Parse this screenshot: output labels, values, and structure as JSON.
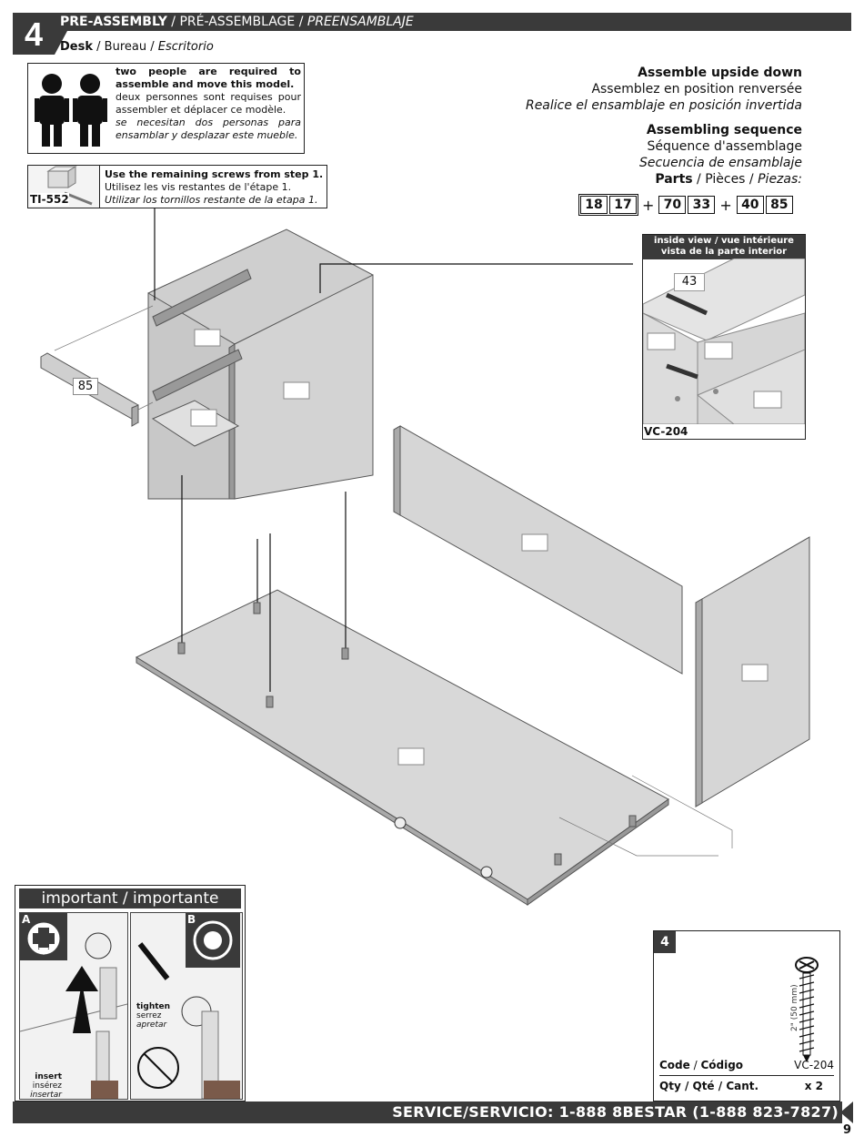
{
  "header": {
    "step": "4",
    "title_en": "PRE-ASSEMBLY",
    "title_fr": "PRÉ-ASSEMBLAGE",
    "title_es": "PREENSAMBLAJE",
    "sep": " / "
  },
  "subtitle": {
    "en": "Desk",
    "fr": "Bureau",
    "es": "Escritorio"
  },
  "people_note": {
    "en": "two people are required to assemble and move this model.",
    "fr": "deux personnes sont requises pour assembler et déplacer ce modèle.",
    "es": "se necesitan dos personas para ensamblar y desplazar este mueble."
  },
  "screws_note": {
    "code": "TI-552",
    "en": "Use the remaining screws from step 1.",
    "fr": "Utilisez les vis restantes de l'étape 1.",
    "es": "Utilizar los tornillos restante de la etapa 1."
  },
  "assemble": {
    "en": "Assemble upside down",
    "fr": "Assemblez en position renversée",
    "es": "Realice el ensamblaje en posición invertida"
  },
  "sequence": {
    "en": "Assembling sequence",
    "fr": "Séquence d'assemblage",
    "es": "Secuencia de ensamblaje"
  },
  "parts_label": {
    "en": "Parts",
    "fr": "Pièces",
    "es": "Piezas:"
  },
  "parts": {
    "group1": [
      "18",
      "17"
    ],
    "group2": [
      "70",
      "33"
    ],
    "group3": [
      "40",
      "85"
    ],
    "plus": "+"
  },
  "inside_view": {
    "line1": "inside view / vue intérieure",
    "line2": "vista de la parte interior",
    "part": "43",
    "code": "VC-204"
  },
  "part_label_85": "85",
  "important": {
    "title": "important / importante",
    "a": "A",
    "b": "B",
    "insert_en": "insert",
    "insert_fr": "insérez",
    "insert_es": "insertar",
    "tighten_en": "tighten",
    "tighten_fr": "serrez",
    "tighten_es": "apretar"
  },
  "hardware": {
    "step": "4",
    "size": "2\" (50 mm)",
    "code_label_en": "Code",
    "code_label_es": "Código",
    "code_value": "VC-204",
    "qty_label": "Qty / Qté / Cant.",
    "qty_value": "x 2"
  },
  "footer": {
    "service": "SERVICE/SERVICIO: 1-888 8BESTAR (1-888 823-7827)",
    "page": "9"
  },
  "colors": {
    "dark": "#3a3a3a",
    "panel": "#d8d8d8",
    "panel_side": "#b8b8b8"
  }
}
